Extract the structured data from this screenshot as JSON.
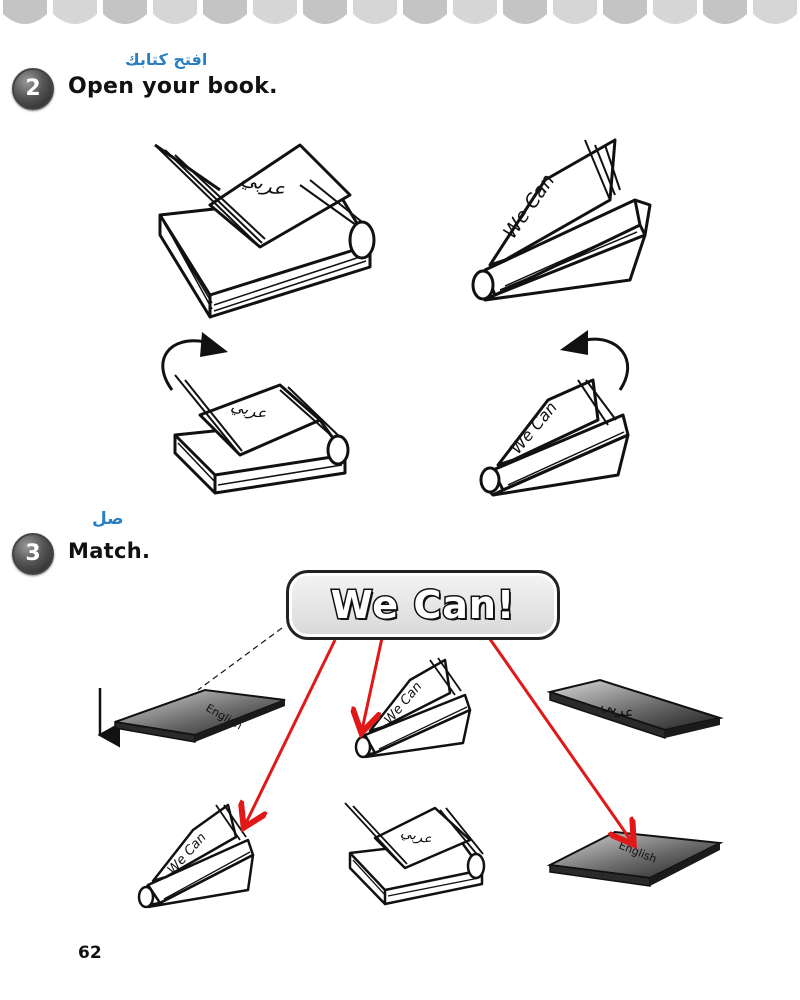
{
  "header": {
    "scallop_count": 16
  },
  "exercise2": {
    "number": "2",
    "arabic_title": "افتح كتابك",
    "title": "Open your book.",
    "books": [
      {
        "label": "عربي"
      },
      {
        "label": "We Can"
      },
      {
        "label": "عربي"
      },
      {
        "label": "We Can"
      }
    ]
  },
  "exercise3": {
    "number": "3",
    "arabic_title": "صل",
    "title": "Match.",
    "center_label": "We Can!",
    "items": [
      {
        "label": "English"
      },
      {
        "label": "We Can"
      },
      {
        "label": "عربي"
      },
      {
        "label": "We Can"
      },
      {
        "label": "عربي"
      },
      {
        "label": "English"
      }
    ]
  },
  "colors": {
    "arrow": "#e01818",
    "arabic_heading": "#2a7fc0"
  },
  "page_number": "62"
}
